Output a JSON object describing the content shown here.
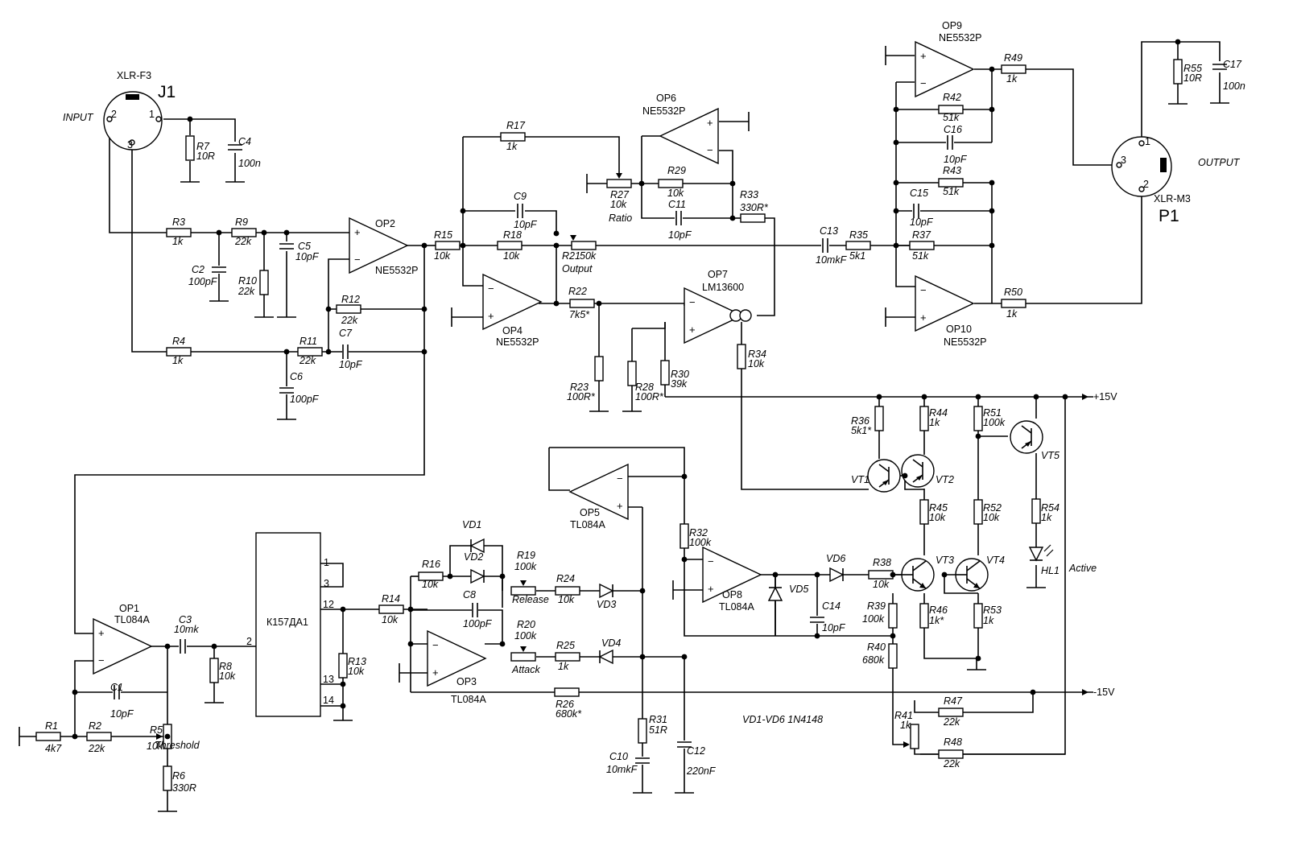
{
  "connectors": {
    "j1": {
      "type": "XLR-F3",
      "ref": "J1",
      "label": "INPUT",
      "pins": [
        "2",
        "1",
        "3"
      ]
    },
    "p1": {
      "type": "XLR-M3",
      "ref": "P1",
      "label": "OUTPUT",
      "pins": [
        "1",
        "3",
        "2"
      ]
    }
  },
  "opamps": {
    "op1": {
      "ref": "OP1",
      "part": "TL084A"
    },
    "op2": {
      "ref": "OP2",
      "part": "NE5532P"
    },
    "op3": {
      "ref": "OP3",
      "part": "TL084A"
    },
    "op4": {
      "ref": "OP4",
      "part": "NE5532P"
    },
    "op5": {
      "ref": "OP5",
      "part": "TL084A"
    },
    "op6": {
      "ref": "OP6",
      "part": "NE5532P"
    },
    "op7": {
      "ref": "OP7",
      "part": "LM13600"
    },
    "op8": {
      "ref": "OP8",
      "part": "TL084A"
    },
    "op9": {
      "ref": "OP9",
      "part": "NE5532P"
    },
    "op10": {
      "ref": "OP10",
      "part": "NE5532P"
    }
  },
  "ic": {
    "name": "К157ДА1",
    "pins": [
      "1",
      "3",
      "12",
      "2",
      "13",
      "14"
    ]
  },
  "resistors": {
    "r1": {
      "ref": "R1",
      "value": "4k7"
    },
    "r2": {
      "ref": "R2",
      "value": "22k"
    },
    "r3": {
      "ref": "R3",
      "value": "1k"
    },
    "r4": {
      "ref": "R4",
      "value": "1k"
    },
    "r5": {
      "ref": "R5",
      "value": "10k",
      "name": "Threshold"
    },
    "r6": {
      "ref": "R6",
      "value": "330R"
    },
    "r7": {
      "ref": "R7",
      "value": "10R"
    },
    "r8": {
      "ref": "R8",
      "value": "10k"
    },
    "r9": {
      "ref": "R9",
      "value": "22k"
    },
    "r10": {
      "ref": "R10",
      "value": "22k"
    },
    "r11": {
      "ref": "R11",
      "value": "22k"
    },
    "r12": {
      "ref": "R12",
      "value": "22k"
    },
    "r13": {
      "ref": "R13",
      "value": "10k"
    },
    "r14": {
      "ref": "R14",
      "value": "10k"
    },
    "r15": {
      "ref": "R15",
      "value": "10k"
    },
    "r16": {
      "ref": "R16",
      "value": "10k"
    },
    "r17": {
      "ref": "R17",
      "value": "1k"
    },
    "r18": {
      "ref": "R18",
      "value": "10k"
    },
    "r19": {
      "ref": "R19",
      "value": "100k",
      "name": "Release"
    },
    "r20": {
      "ref": "R20",
      "value": "100k",
      "name": "Attack"
    },
    "r21": {
      "ref": "R21",
      "value": "50k",
      "name": "Output"
    },
    "r22": {
      "ref": "R22",
      "value": "7k5*"
    },
    "r23": {
      "ref": "R23",
      "value": "100R*"
    },
    "r24": {
      "ref": "R24",
      "value": "10k"
    },
    "r25": {
      "ref": "R25",
      "value": "1k"
    },
    "r26": {
      "ref": "R26",
      "value": "680k*"
    },
    "r27": {
      "ref": "R27",
      "value": "10k",
      "name": "Ratio"
    },
    "r28": {
      "ref": "R28",
      "value": "100R*"
    },
    "r29": {
      "ref": "R29",
      "value": "10k"
    },
    "r30": {
      "ref": "R30",
      "value": "39k"
    },
    "r31": {
      "ref": "R31",
      "value": "51R"
    },
    "r32": {
      "ref": "R32",
      "value": "100k"
    },
    "r33": {
      "ref": "R33",
      "value": "330R*"
    },
    "r34": {
      "ref": "R34",
      "value": "10k"
    },
    "r35": {
      "ref": "R35",
      "value": "5k1"
    },
    "r36": {
      "ref": "R36",
      "value": "5k1*"
    },
    "r37": {
      "ref": "R37",
      "value": "51k"
    },
    "r38": {
      "ref": "R38",
      "value": "10k"
    },
    "r39": {
      "ref": "R39",
      "value": "100k"
    },
    "r40": {
      "ref": "R40",
      "value": "680k"
    },
    "r41": {
      "ref": "R41",
      "value": "1k"
    },
    "r42": {
      "ref": "R42",
      "value": "51k"
    },
    "r43": {
      "ref": "R43",
      "value": "51k"
    },
    "r44": {
      "ref": "R44",
      "value": "1k"
    },
    "r45": {
      "ref": "R45",
      "value": "10k"
    },
    "r46": {
      "ref": "R46",
      "value": "1k*"
    },
    "r47": {
      "ref": "R47",
      "value": "22k"
    },
    "r48": {
      "ref": "R48",
      "value": "22k"
    },
    "r49": {
      "ref": "R49",
      "value": "1k"
    },
    "r50": {
      "ref": "R50",
      "value": "1k"
    },
    "r51": {
      "ref": "R51",
      "value": "100k"
    },
    "r52": {
      "ref": "R52",
      "value": "10k"
    },
    "r53": {
      "ref": "R53",
      "value": "1k"
    },
    "r54": {
      "ref": "R54",
      "value": "1k"
    },
    "r55": {
      "ref": "R55",
      "value": "10R"
    }
  },
  "capacitors": {
    "c1": {
      "ref": "C1",
      "value": "10pF"
    },
    "c2": {
      "ref": "C2",
      "value": "100pF"
    },
    "c3": {
      "ref": "C3",
      "value": "10mk"
    },
    "c4": {
      "ref": "C4",
      "value": "100n"
    },
    "c5": {
      "ref": "C5",
      "value": "10pF"
    },
    "c6": {
      "ref": "C6",
      "value": "100pF"
    },
    "c7": {
      "ref": "C7",
      "value": "10pF"
    },
    "c8": {
      "ref": "C8",
      "value": "100pF"
    },
    "c9": {
      "ref": "C9",
      "value": "10pF"
    },
    "c10": {
      "ref": "C10",
      "value": "10mkF"
    },
    "c11": {
      "ref": "C11",
      "value": "10pF"
    },
    "c12": {
      "ref": "C12",
      "value": "220nF"
    },
    "c13": {
      "ref": "C13",
      "value": "10mkF"
    },
    "c14": {
      "ref": "C14",
      "value": "10pF"
    },
    "c15": {
      "ref": "C15",
      "value": "10pF"
    },
    "c16": {
      "ref": "C16",
      "value": "10pF"
    },
    "c17": {
      "ref": "C17",
      "value": "100n"
    }
  },
  "diodes": {
    "vd1": "VD1",
    "vd2": "VD2",
    "vd3": "VD3",
    "vd4": "VD4",
    "vd5": "VD5",
    "vd6": "VD6",
    "note": "VD1-VD6 1N4148"
  },
  "transistors": {
    "vt1": "VT1",
    "vt2": "VT2",
    "vt3": "VT3",
    "vt4": "VT4",
    "vt5": "VT5"
  },
  "led": {
    "ref": "HL1",
    "label": "Active"
  },
  "rails": {
    "pos": "+15V",
    "neg": "-15V"
  }
}
